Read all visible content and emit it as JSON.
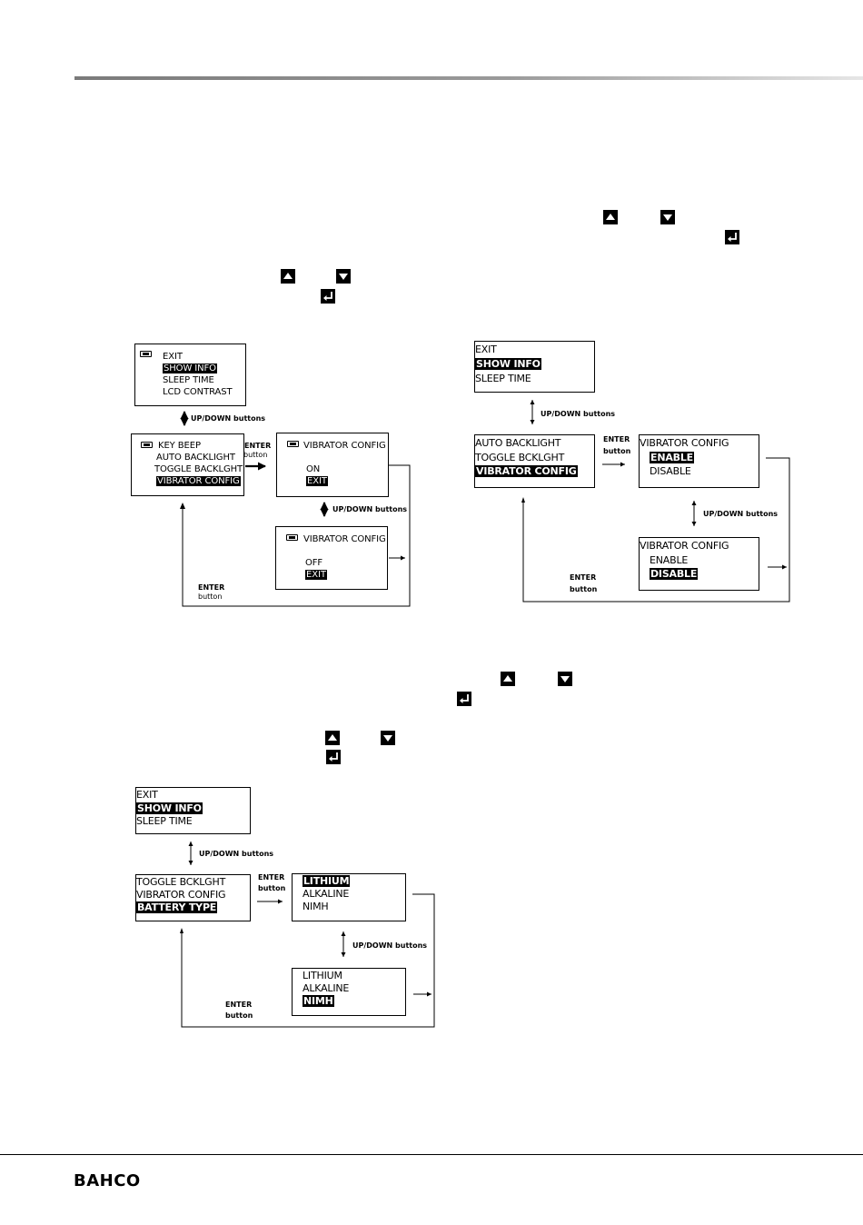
{
  "icons": {
    "up": "up-arrow-button-icon",
    "down": "down-arrow-button-icon",
    "enter": "enter-button-icon",
    "battery": "battery-icon"
  },
  "diagram_a": {
    "menu_top": [
      "EXIT",
      "SHOW INFO",
      "SLEEP TIME",
      "LCD CONTRAST"
    ],
    "menu_bottom": [
      "KEY BEEP",
      "AUTO BACKLIGHT",
      "TOGGLE BACKLGHT",
      "VIBRATOR CONFIG"
    ],
    "vib_on": [
      "VIBRATOR CONFIG",
      "ON",
      "EXIT"
    ],
    "vib_off": [
      "VIBRATOR CONFIG",
      "OFF",
      "EXIT"
    ],
    "label_updown_1": "UP/DOWN buttons",
    "label_enter_1": "ENTER",
    "label_enter_1b": "button",
    "label_updown_2": "UP/DOWN buttons",
    "label_enter_2": "ENTER",
    "label_enter_2b": "button"
  },
  "diagram_b": {
    "menu_top": [
      "EXIT",
      "SHOW INFO",
      "SLEEP TIME"
    ],
    "menu_bottom": [
      "AUTO BACKLIGHT",
      "TOGGLE BCKLGHT",
      "VIBRATOR CONFIG"
    ],
    "vib_enable": [
      "VIBRATOR CONFIG",
      "ENABLE",
      "DISABLE"
    ],
    "vib_disable": [
      "VIBRATOR CONFIG",
      "ENABLE",
      "DISABLE"
    ],
    "label_updown_1": "UP/DOWN buttons",
    "label_enter_1": "ENTER",
    "label_enter_1b": "button",
    "label_updown_2": "UP/DOWN buttons",
    "label_enter_2": "ENTER",
    "label_enter_2b": "button"
  },
  "diagram_c": {
    "menu_top": [
      "EXIT",
      "SHOW INFO",
      "SLEEP TIME"
    ],
    "menu_bottom": [
      "TOGGLE BCKLGHT",
      "VIBRATOR CONFIG",
      "BATTERY TYPE"
    ],
    "batt_lithium": [
      "LITHIUM",
      "ALKALINE",
      "NIMH"
    ],
    "batt_nimh": [
      "LITHIUM",
      "ALKALINE",
      "NIMH"
    ],
    "label_updown_1": "UP/DOWN buttons",
    "label_enter_1": "ENTER",
    "label_enter_1b": "button",
    "label_updown_2": "UP/DOWN buttons",
    "label_enter_2": "ENTER",
    "label_enter_2b": "button"
  },
  "footer": {
    "brand": "BAHCO"
  }
}
